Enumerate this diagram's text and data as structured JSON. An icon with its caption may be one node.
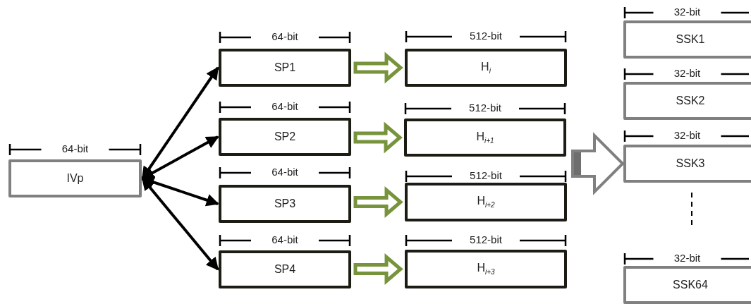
{
  "diagram": {
    "nodes": [
      {
        "text": [
          "IVp"
        ],
        "beside": [
          "64-bit"
        ]
      },
      {
        "text": [
          "SP1"
        ],
        "beside": [
          "64-bit"
        ]
      },
      {
        "text": [
          "SP2"
        ],
        "beside": [
          "64-bit"
        ]
      },
      {
        "text": [
          "SP3"
        ],
        "beside": [
          "64-bit"
        ]
      },
      {
        "text": [
          "SP4"
        ],
        "beside": [
          "64-bit"
        ]
      },
      {
        "text": [
          "H$_{i}$"
        ],
        "beside": [
          "512-bit"
        ]
      },
      {
        "text": [
          "H$_{i+1}$"
        ],
        "beside": [
          "512-bit"
        ]
      },
      {
        "text": [
          "H$_{i+2}$"
        ],
        "beside": [
          "512-bit"
        ]
      },
      {
        "text": [
          "H$_{i+3}$"
        ],
        "beside": [
          "512-bit"
        ]
      },
      {
        "text": [
          "SSK1"
        ],
        "beside": [
          "32-bit"
        ]
      },
      {
        "text": [
          "SSK2"
        ],
        "beside": [
          "32-bit"
        ]
      },
      {
        "text": [
          "SSK3"
        ],
        "beside": [
          "32-bit"
        ]
      },
      {
        "text": [
          "SSK64"
        ],
        "beside": [
          "32-bit"
        ]
      }
    ],
    "edges": [
      {
        "from": 0,
        "to": 1,
        "arrow": "both"
      },
      {
        "from": 0,
        "to": 2,
        "arrow": "both"
      },
      {
        "from": 0,
        "to": 3,
        "arrow": "both"
      },
      {
        "from": 0,
        "to": 4,
        "arrow": "both"
      },
      {
        "from": 1,
        "to": 5,
        "arrow": "to",
        "style": "thick",
        "color": "#77933c"
      },
      {
        "from": 2,
        "to": 6,
        "arrow": "to",
        "style": "thick",
        "color": "#77933c"
      },
      {
        "from": 3,
        "to": 7,
        "arrow": "to",
        "style": "thick",
        "color": "#77933c"
      },
      {
        "from": 4,
        "to": 8,
        "arrow": "to",
        "style": "thick",
        "color": "#77933c"
      },
      {
        "from": null,
        "to": 11,
        "arrow": "to",
        "style": "thick",
        "color": "#808080"
      }
    ]
  }
}
